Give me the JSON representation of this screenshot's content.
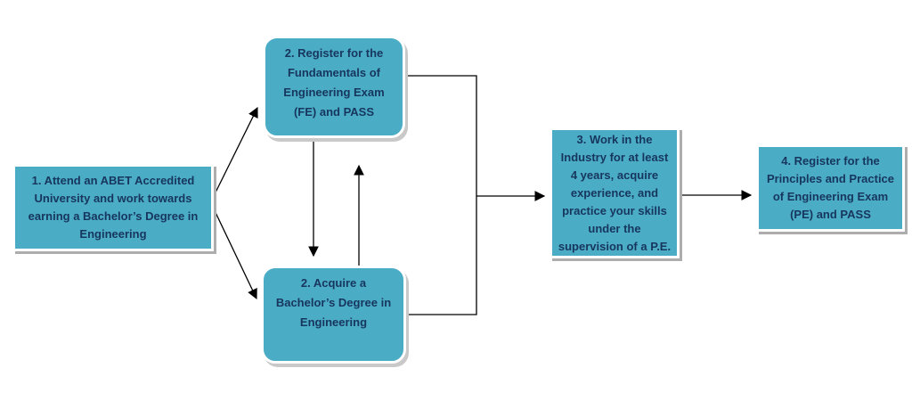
{
  "diagram": {
    "type": "flowchart",
    "background_color": "#FFFFFF",
    "colors": {
      "node_fill": "#4BACC6",
      "node_border": "#FFFFFF",
      "node_text": "#17365D",
      "rect_shadow": "#ADADAD",
      "rounded_shadow": "#C9C9C9",
      "arrow": "#000000"
    },
    "nodes": [
      {
        "id": "step-1",
        "shape": "rectangle",
        "label": "1. Attend an ABET Accredited\nUniversity and work towards\nearning a Bachelor’s Degree in\nEngineering"
      },
      {
        "id": "step-2-fe",
        "shape": "rounded-rectangle",
        "label": "2. Register for the\nFundamentals of\nEngineering Exam\n(FE) and PASS"
      },
      {
        "id": "step-2-degree",
        "shape": "rounded-rectangle",
        "label": "2. Acquire a\nBachelor’s Degree in\nEngineering"
      },
      {
        "id": "step-3",
        "shape": "rectangle",
        "label": "3. Work in the\nIndustry for at least\n4 years, acquire\nexperience, and\npractice your skills\nunder the\nsupervision of a P.E."
      },
      {
        "id": "step-4",
        "shape": "rectangle",
        "label": "4. Register for the\nPrinciples and Practice\nof Engineering Exam\n(PE) and PASS"
      }
    ],
    "edges": [
      {
        "from": "step-1",
        "to": "step-2-fe",
        "style": "diagonal-arrow"
      },
      {
        "from": "step-1",
        "to": "step-2-degree",
        "style": "diagonal-arrow"
      },
      {
        "from": "step-2-fe",
        "to": "step-2-degree",
        "style": "vertical-arrow-down"
      },
      {
        "from": "step-2-degree",
        "to": "step-2-fe",
        "style": "vertical-arrow-up"
      },
      {
        "from": "step-2-fe",
        "to": "step-3",
        "style": "merged-elbow-arrow"
      },
      {
        "from": "step-2-degree",
        "to": "step-3",
        "style": "merged-elbow-arrow"
      },
      {
        "from": "step-3",
        "to": "step-4",
        "style": "horizontal-arrow"
      }
    ]
  }
}
